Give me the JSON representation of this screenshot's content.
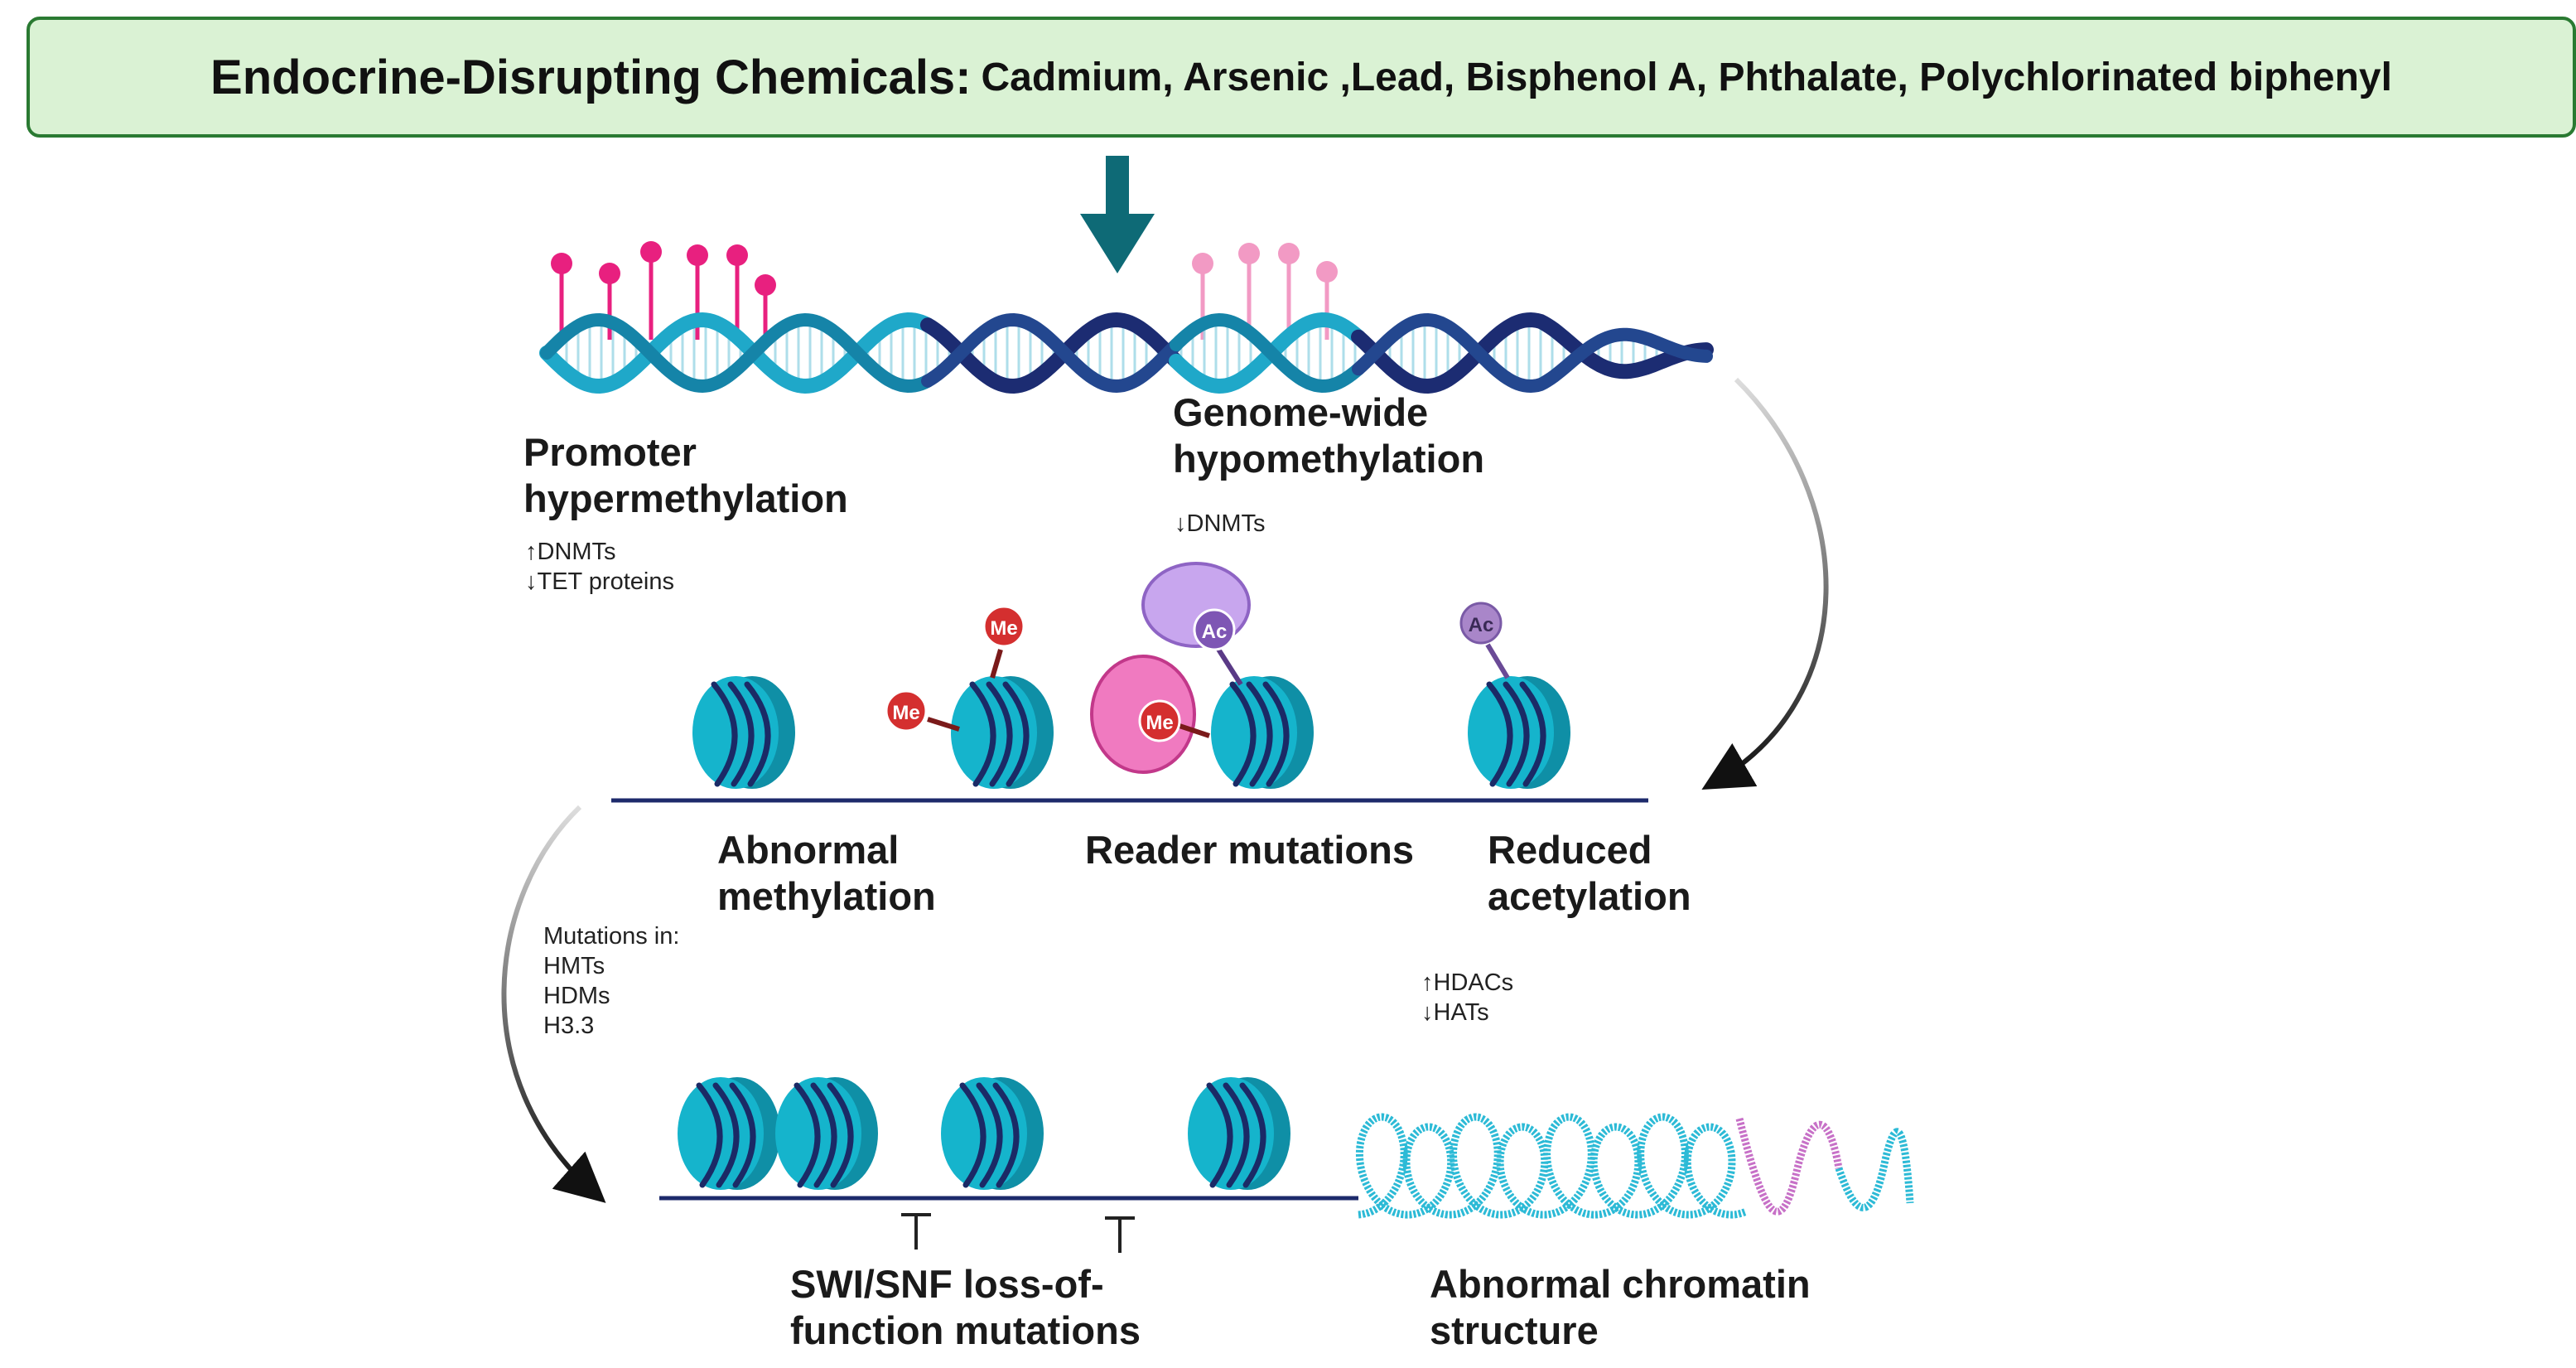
{
  "header": {
    "title": "Endocrine-Disrupting Chemicals:",
    "chemicals": "Cadmium, Arsenic ,Lead, Bisphenol A, Phthalate, Polychlorinated biphenyl"
  },
  "dna": {
    "promoter_label": [
      "Promoter",
      "hypermethylation"
    ],
    "promoter_notes": [
      "↑DNMTs",
      "↓TET proteins"
    ],
    "genome_label": [
      "Genome-wide",
      "hypomethylation"
    ],
    "genome_notes": [
      "↓DNMTs"
    ]
  },
  "histone": {
    "abnormal_methylation_label": [
      "Abnormal",
      "methylation"
    ],
    "reader_mutations_label": "Reader mutations",
    "reduced_acetylation_label": [
      "Reduced",
      "acetylation"
    ],
    "methyl_mark": "Me",
    "acetyl_mark": "Ac"
  },
  "notes": {
    "mutations": [
      "Mutations in:",
      "HMTs",
      "HDMs",
      "H3.3"
    ],
    "acetylation_enzymes": [
      "↑HDACs",
      "↓HATs"
    ]
  },
  "chromatin": {
    "swi_snf_label": [
      "SWI/SNF loss-of-",
      "function mutations"
    ],
    "abnormal_structure_label": [
      "Abnormal chromatin",
      "structure"
    ]
  },
  "colors": {
    "banner_fill": "#daf2d4",
    "banner_border": "#2a7a32",
    "arrow": "#0e6a76",
    "nucleosome": "#15b4cc",
    "nucleosome_band": "#1b2a66",
    "strand_light": "#1fa8c9",
    "strand_dark": "#1c2c72",
    "methyl_hyper": "#e8207f",
    "methyl_hypo": "#f29ac4",
    "methyl_mark": "#d42f2f",
    "acetyl_mark": "#a986c9",
    "reader_purple": "#c8a6ee",
    "reader_pink": "#f07ac0",
    "coil": "#2cbad6",
    "coil_segment": "#c770c7"
  }
}
